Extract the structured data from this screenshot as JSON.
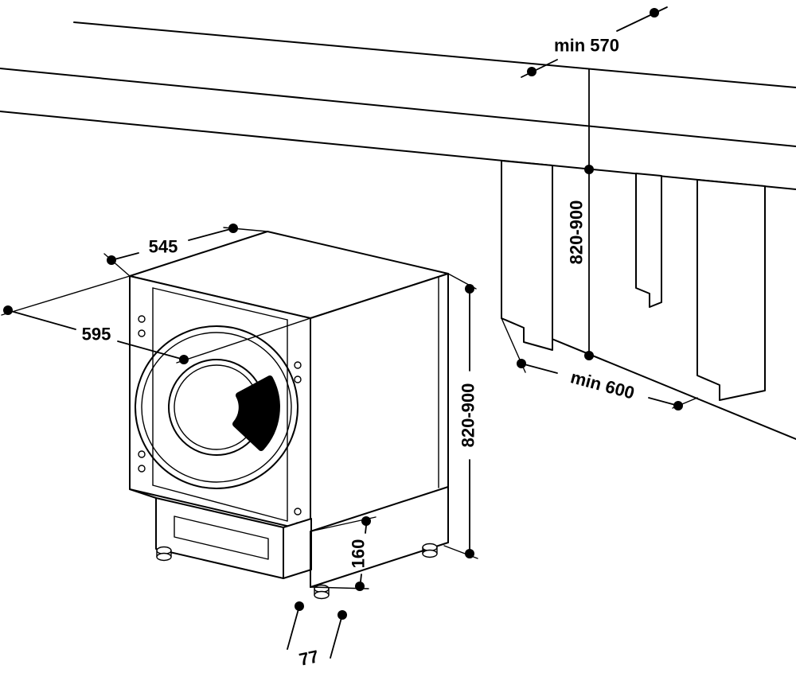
{
  "colors": {
    "line": "#000000",
    "background": "#ffffff",
    "shade": "#000000"
  },
  "dims": {
    "worktop_depth": "min 570",
    "machine_top_depth": "545",
    "machine_width": "595",
    "undercounter_height": "820-900",
    "machine_height": "820-900",
    "niche_depth": "min 600",
    "base_height": "160",
    "base_recess": "77"
  }
}
